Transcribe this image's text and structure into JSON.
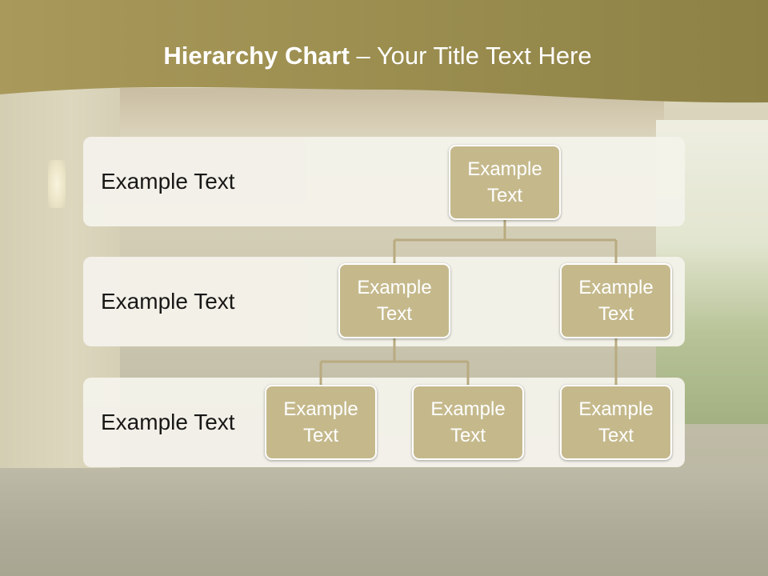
{
  "slide": {
    "title_bold": "Hierarchy Chart",
    "title_rest": " – Your Title Text Here",
    "colors": {
      "header": "#9d914f",
      "node_fill": "#c5b98c",
      "band": "#f4f2ea",
      "connector": "#b9ab80"
    }
  },
  "levels": [
    {
      "label": "Example Text"
    },
    {
      "label": "Example Text"
    },
    {
      "label": "Example Text"
    }
  ],
  "nodes": {
    "root": {
      "label": "Example Text"
    },
    "child_left": {
      "label": "Example Text"
    },
    "child_right": {
      "label": "Example Text"
    },
    "grand_1": {
      "label": "Example Text"
    },
    "grand_2": {
      "label": "Example Text"
    },
    "grand_3": {
      "label": "Example Text"
    }
  }
}
